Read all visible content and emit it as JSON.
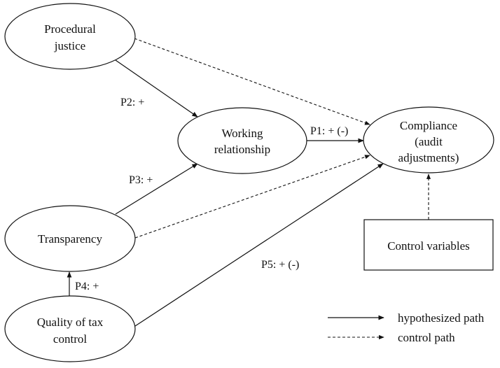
{
  "nodes": {
    "procedural_justice": {
      "lines": [
        "Procedural",
        "justice"
      ]
    },
    "working_relationship": {
      "lines": [
        "Working",
        "relationship"
      ]
    },
    "compliance": {
      "lines": [
        "Compliance",
        "(audit",
        "adjustments)"
      ]
    },
    "transparency": {
      "lines": [
        "Transparency"
      ]
    },
    "quality_tax_control": {
      "lines": [
        "Quality of tax",
        "control"
      ]
    },
    "control_variables": {
      "lines": [
        "Control variables"
      ]
    }
  },
  "edges": [
    {
      "from": "procedural_justice",
      "to": "working_relationship",
      "type": "hypothesized",
      "label": "P2: +"
    },
    {
      "from": "transparency",
      "to": "working_relationship",
      "type": "hypothesized",
      "label": "P3: +"
    },
    {
      "from": "working_relationship",
      "to": "compliance",
      "type": "hypothesized",
      "label": "P1: + (-)"
    },
    {
      "from": "quality_tax_control",
      "to": "transparency",
      "type": "hypothesized",
      "label": "P4: +"
    },
    {
      "from": "quality_tax_control",
      "to": "compliance",
      "type": "hypothesized",
      "label": "P5: + (-)"
    },
    {
      "from": "procedural_justice",
      "to": "compliance",
      "type": "control",
      "label": ""
    },
    {
      "from": "transparency",
      "to": "compliance",
      "type": "control",
      "label": ""
    },
    {
      "from": "control_variables",
      "to": "compliance",
      "type": "control",
      "label": ""
    }
  ],
  "legend": {
    "hypothesized": "hypothesized path",
    "control": "control path"
  }
}
